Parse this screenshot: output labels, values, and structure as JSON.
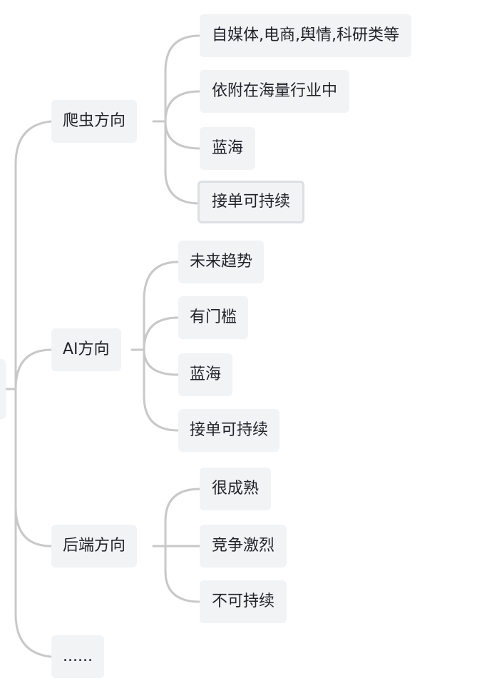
{
  "branches": [
    {
      "label": "爬虫方向",
      "children": [
        "自媒体,电商,舆情,科研类等",
        "依附在海量行业中",
        "蓝海",
        "接单可持续"
      ]
    },
    {
      "label": "AI方向",
      "children": [
        "未来趋势",
        "有门槛",
        "蓝海",
        "接单可持续"
      ]
    },
    {
      "label": "后端方向",
      "children": [
        "很成熟",
        "竞争激烈",
        "不可持续"
      ]
    },
    {
      "label": "......",
      "children": []
    }
  ],
  "colors": {
    "line": "#c8c8c8",
    "node_bg": "#f2f3f5",
    "text": "#1f2329",
    "selected_border": "#dcdfe3"
  }
}
